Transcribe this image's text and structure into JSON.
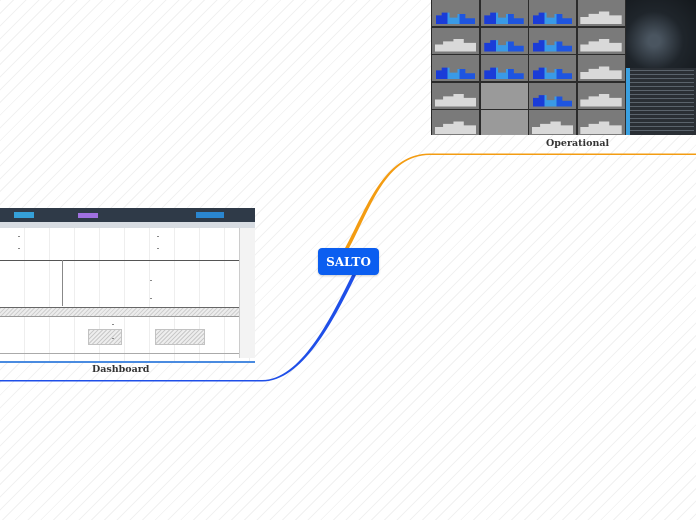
{
  "root": {
    "label": "SALTO",
    "color": "#0b5ef0"
  },
  "branches": [
    {
      "label": "Operational",
      "line_color": "#f39c12"
    },
    {
      "label": "Dashboard",
      "line_color": "#1f4fe8"
    }
  ]
}
